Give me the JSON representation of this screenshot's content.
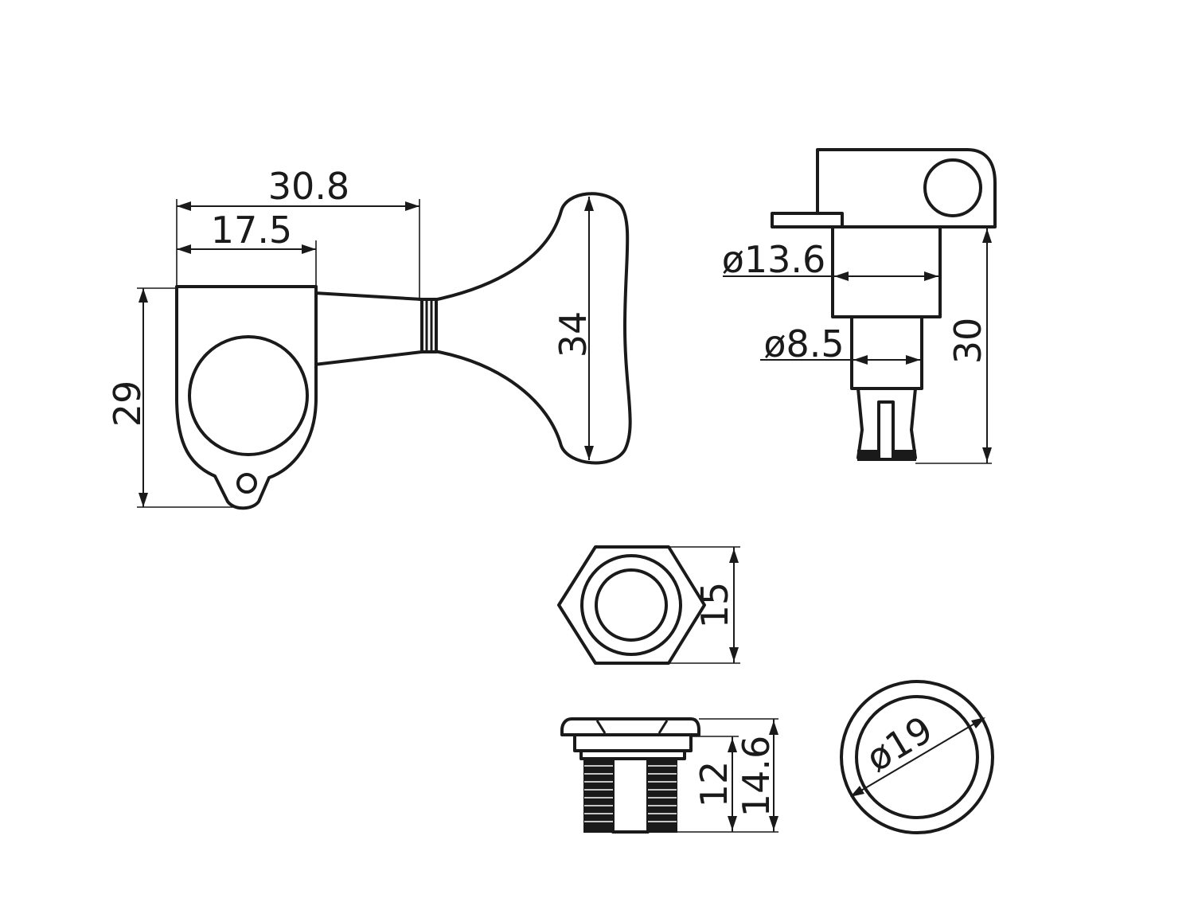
{
  "dimensions": {
    "peg_total_width": "30.8",
    "housing_width": "17.5",
    "housing_height": "29",
    "button_height": "34",
    "bushing_diameter": "ø13.6",
    "post_diameter": "ø8.5",
    "side_total_height": "30",
    "nut_height": "15",
    "bushing_thread_length": "12",
    "bushing_total_length": "14.6",
    "washer_diameter": "ø19"
  },
  "colors": {
    "line": "#1a1a1a",
    "background": "#ffffff"
  }
}
